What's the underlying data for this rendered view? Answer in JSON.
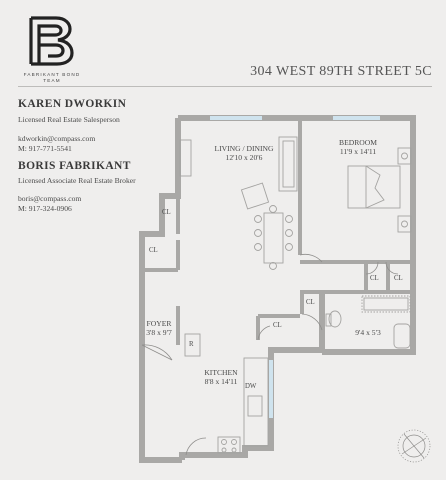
{
  "brand": {
    "logo_text_line1": "FABRIKANT BOND",
    "logo_text_line2": "TEAM"
  },
  "address": "304 WEST 89TH STREET 5C",
  "agents": [
    {
      "name": "KAREN DWORKIN",
      "title": "Licensed Real Estate Salesperson",
      "email": "kdworkin@compass.com",
      "phone": "M: 917-771-5541"
    },
    {
      "name": "BORIS FABRIKANT",
      "title": "Licensed Associate Real Estate Broker",
      "email": "boris@compass.com",
      "phone": "M: 917-324-0906"
    }
  ],
  "rooms": {
    "living": {
      "name": "LIVING / DINING",
      "dims": "12'10 x 20'6"
    },
    "bedroom": {
      "name": "BEDROOM",
      "dims": "11'9 x 14'11"
    },
    "foyer": {
      "name": "FOYER",
      "dims": "3'8 x 9'7"
    },
    "kitchen": {
      "name": "KITCHEN",
      "dims": "8'8 x 14'11"
    },
    "bath": {
      "dims": "9'4 x 5'3"
    }
  },
  "labels": {
    "cl": "CL",
    "refrigerator": "R",
    "dishwasher": "DW"
  },
  "colors": {
    "wall": "#a9a8a6",
    "window": "#cfe3ee",
    "background": "#efeeed"
  }
}
